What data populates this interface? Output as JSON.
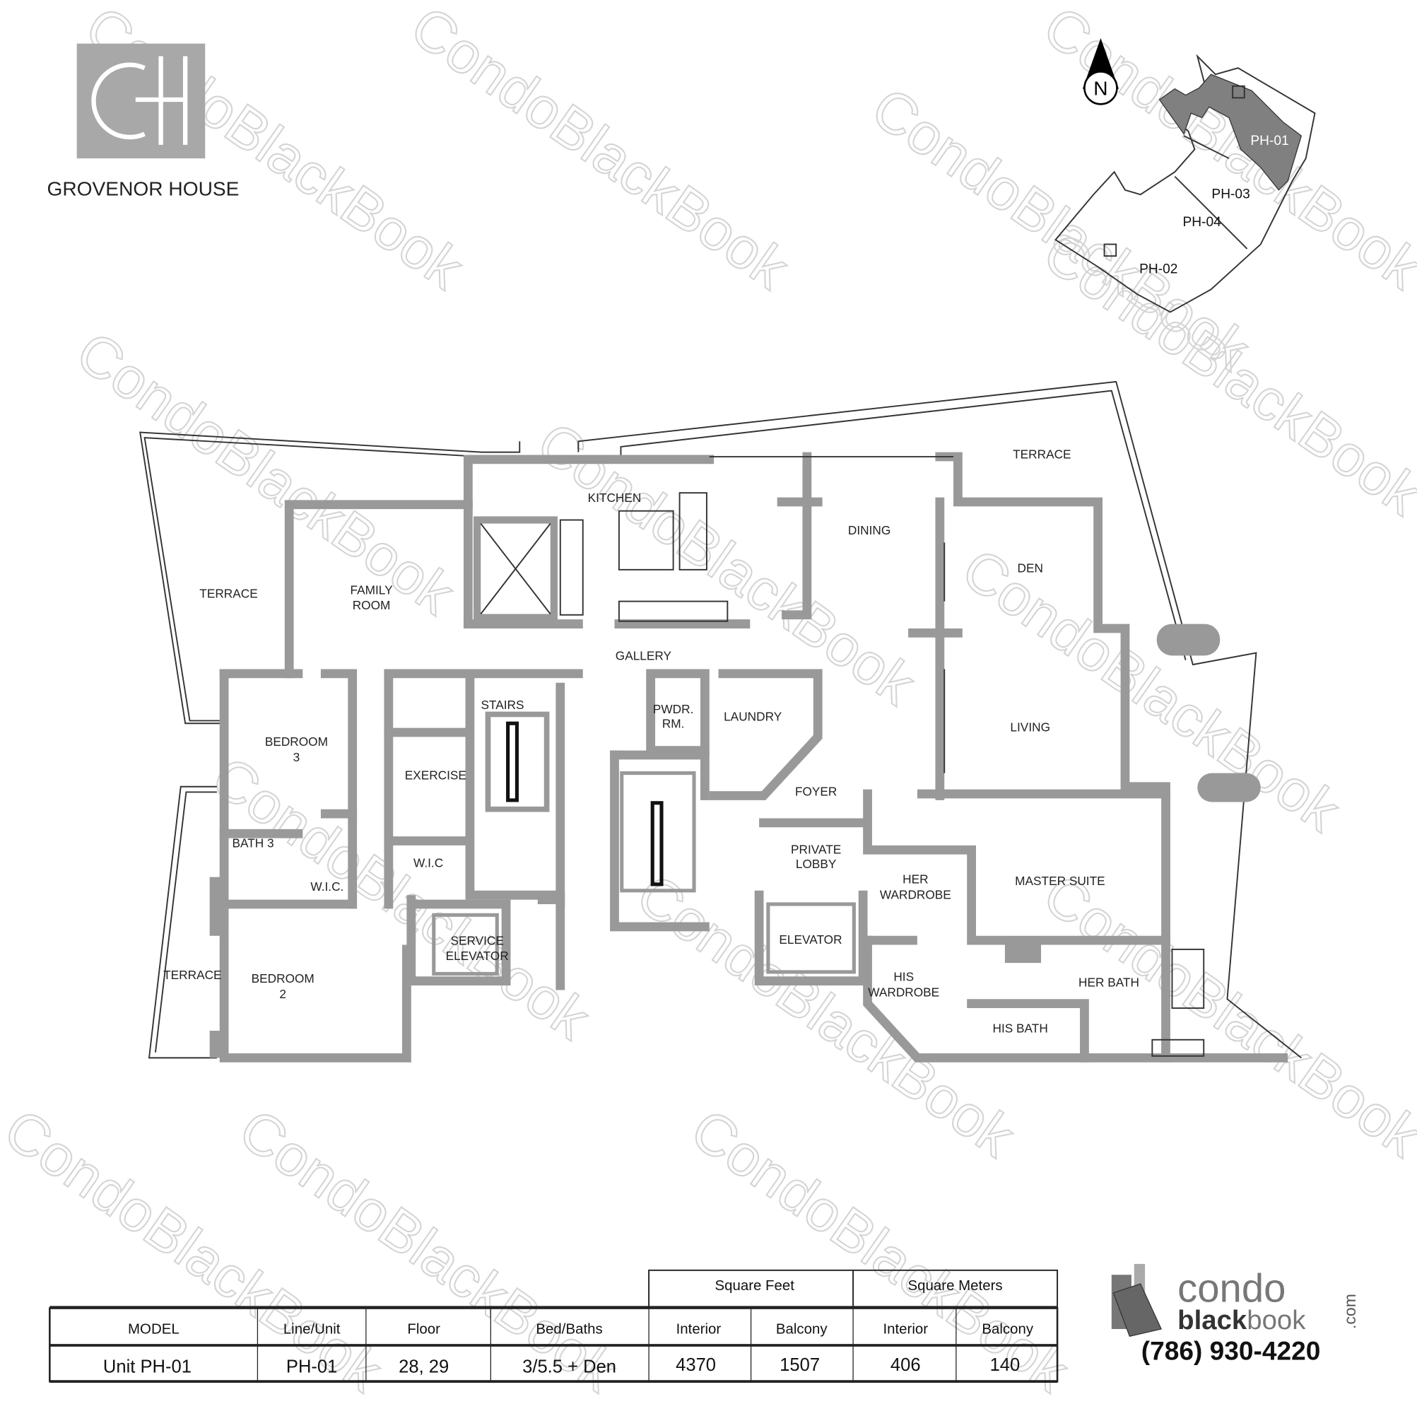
{
  "brand": {
    "logo_letters": "GH",
    "name": "GROVENOR HOUSE"
  },
  "compass": {
    "label": "N"
  },
  "keyplan": {
    "units": [
      "PH-01",
      "PH-03",
      "PH-04",
      "PH-02"
    ],
    "highlighted": "PH-01",
    "highlight_color": "#808080"
  },
  "rooms": {
    "kitchen": "KITCHEN",
    "dining": "DINING",
    "terrace_ne": "TERRACE",
    "den": "DEN",
    "terrace_w": "TERRACE",
    "family_room_1": "FAMILY",
    "family_room_2": "ROOM",
    "gallery": "GALLERY",
    "stairs": "STAIRS",
    "pwdr_1": "PWDR.",
    "pwdr_2": "RM.",
    "laundry": "LAUNDRY",
    "living": "LIVING",
    "bedroom3_1": "BEDROOM",
    "bedroom3_2": "3",
    "exercise": "EXERCISE",
    "foyer": "FOYER",
    "bath3": "BATH 3",
    "wic_1": "W.I.C.",
    "wic_2": "W.I.C",
    "private_lobby_1": "PRIVATE",
    "private_lobby_2": "LOBBY",
    "her_wardrobe_1": "HER",
    "her_wardrobe_2": "WARDROBE",
    "master_suite": "MASTER SUITE",
    "service_elevator_1": "SERVICE",
    "service_elevator_2": "ELEVATOR",
    "elevator": "ELEVATOR",
    "terrace_sw": "TERRACE",
    "bedroom2_1": "BEDROOM",
    "bedroom2_2": "2",
    "his_wardrobe_1": "HIS",
    "his_wardrobe_2": "WARDROBE",
    "her_bath": "HER BATH",
    "his_bath": "HIS BATH"
  },
  "table": {
    "group_headers": [
      "Square Feet",
      "Square Meters"
    ],
    "headers": [
      "MODEL",
      "Line/Unit",
      "Floor",
      "Bed/Baths",
      "Interior",
      "Balcony",
      "Interior",
      "Balcony"
    ],
    "row": [
      "Unit PH-01",
      "PH-01",
      "28, 29",
      "3/5.5 + Den",
      "4370",
      "1507",
      "406",
      "140"
    ]
  },
  "contact": {
    "logo_top": "condo",
    "logo_bottom_bold": "black",
    "logo_bottom_light": "book",
    "logo_suffix": ".com",
    "phone": "(786) 930-4220"
  },
  "watermark": "CondoBlackBook"
}
